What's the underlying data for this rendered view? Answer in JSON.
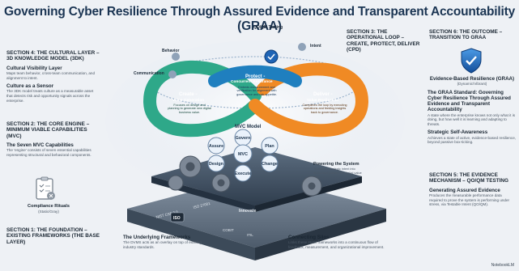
{
  "title": "Governing Cyber Resilience Through Assured Evidence and Transparent Accountability (GRAA)",
  "left": {
    "s4_title": "SECTION 4: THE CULTURAL LAYER – 3D KNOWLEDGE MODEL (3DK)",
    "s4_sub1": "Cultural Visibility Layer",
    "s4_txt1": "Maps team behavior, cross-team communication, and alignment to intent.",
    "s4_sub2": "Culture as a Sensor",
    "s4_txt2": "The 3DK model treats culture as a measurable asset that detects risk and opportunity signals across the enterprise.",
    "s2_title": "SECTION 2: THE CORE ENGINE – MINIMUM VIABLE CAPABILITIES (MVC)",
    "s2_sub": "The Seven MVC Capabilities",
    "s2_txt": "The 'engine' consists of seven essential capabilities representing structural and behavioral components.",
    "compliance": "Compliance Rituals",
    "compliance_sub": "(Static/Gray)",
    "s1_title": "SECTION 1: THE FOUNDATION – EXISTING FRAMEWORKS (THE BASE LAYER)"
  },
  "right": {
    "s3_title": "SECTION 3: THE OPERATIONAL LOOP – CREATE, PROTECT, DELIVER (CPD)",
    "s6_title": "SECTION 6: THE OUTCOME – TRANSITION TO GRAA",
    "ebr": "Evidence-Based Resilience (GRAA)",
    "ebr_sub": "(Dynamic/Vibrant)",
    "std_sub": "The GRAA Standard: Governing Cyber Resilience Through Assured Evidence and Transparent Accountability",
    "std_txt": "A state where the enterprise knows not only what it is doing, but how well it is learning and adapting to threats.",
    "sa_sub": "Strategic Self-Awareness",
    "sa_txt": "Achieves a state of active, evidence-based resilience, beyond passive box-ticking.",
    "s5_title": "SECTION 5: THE EVIDENCE MECHANISM – QO/QM TESTING",
    "gen_sub": "Generating Assured Evidence",
    "gen_txt": "Produces the measurable performance data required to prove the system is performing under stress, via Testable Intent (QO/QM)."
  },
  "diagram": {
    "behavior": "Behavior",
    "communication": "Communication",
    "qoqm": "QO/QM Testing",
    "intent": "Intent",
    "protect": "Protect -",
    "protect_sub": "Concurrent Assurance",
    "protect_txt": "Embeds measurement and verification for alignment with governance and risk appetite.",
    "create": "Create -",
    "create_sub": "Value Generation",
    "create_txt": "Focuses on design and planning to generate new digital business value.",
    "deliver": "Deliver -",
    "deliver_sub": "Value Realization",
    "deliver_txt": "Completes the loop by executing operations and feeding insights back to governance.",
    "mvc_model": "MVC Model",
    "hubs": [
      "Assure",
      "Govern",
      "Plan",
      "MVC",
      "Design",
      "Change",
      "Execute"
    ],
    "innovate": "Innovate",
    "powering": "Powering the System",
    "powering_txt": "Translates strategic intent into action and powers the digital value loop.",
    "base_labels": [
      "NIST CSF 2.0",
      "ISO 27001",
      "COBIT",
      "ITIL"
    ],
    "iso": "ISO",
    "underlying": "The Underlying Frameworks",
    "underlying_txt": "The DVMS acts as an overlay on top of existing industry standards.",
    "silos": "Connecting Silos",
    "silos_txt": "Links these static frameworks into a continuous flow of feedback, measurement, and organizational improvement."
  },
  "logo": "NotebookLM",
  "colors": {
    "title": "#1b3553",
    "protect": "#1f7fbf",
    "create": "#2ea889",
    "deliver": "#f08a24",
    "shield": "#1f64b5"
  }
}
